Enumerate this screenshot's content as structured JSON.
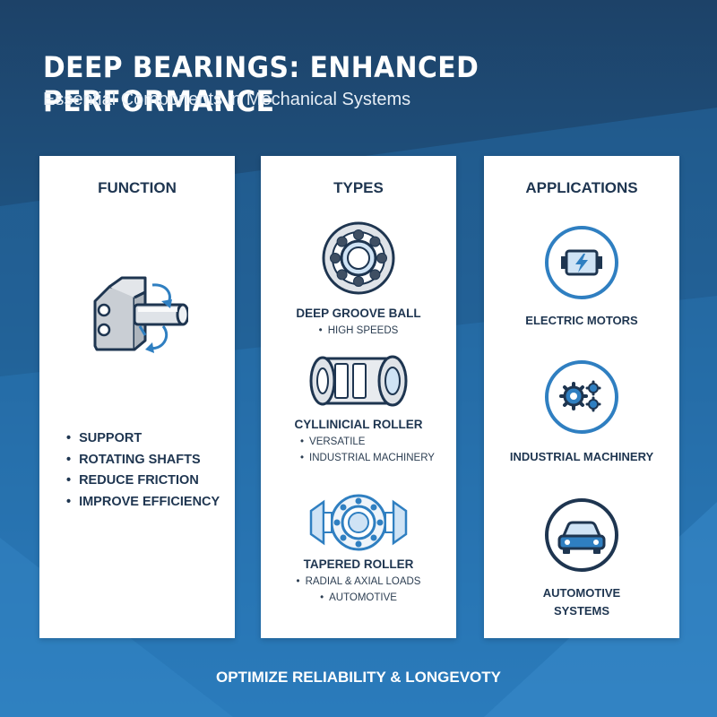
{
  "header": {
    "title": "DEEP BEARINGS: ENHANCED PERFORMANCE",
    "subtitle": "Essential Components in Mechanical Systems"
  },
  "colors": {
    "navy": "#1e3550",
    "accent_blue": "#2f7fc1",
    "light_blue": "#cfe3f5",
    "background": "#1f4d78"
  },
  "function": {
    "title": "FUNCTION",
    "icon": "bearing-rotation-icon",
    "bullets": [
      "SUPPORT",
      "ROTATING SHAFTS",
      "REDUCE FRICTION",
      "IMPROVE EFFICIENCY"
    ]
  },
  "types": {
    "title": "TYPES",
    "items": [
      {
        "name": "DEEP GROOVE BALL",
        "icon": "ball-bearing-icon",
        "bullets": [
          "HIGH SPEEDS"
        ]
      },
      {
        "name": "CYLLINICIAL ROLLER",
        "icon": "cylindrical-roller-icon",
        "bullets": [
          "VERSATILE",
          "INDUSTRIAL MACHINERY"
        ]
      },
      {
        "name": "TAPERED ROLLER",
        "icon": "tapered-roller-icon",
        "bullets": [
          "RADIAL & AXIAL LOADS",
          "AUTOMOTIVE"
        ]
      }
    ]
  },
  "applications": {
    "title": "APPLICATIONS",
    "items": [
      {
        "name": "ELECTRIC MOTORS",
        "icon": "electric-motor-icon"
      },
      {
        "name": "INDUSTRIAL MACHINERY",
        "icon": "gears-icon"
      },
      {
        "name": "AUTOMOTIVE SYSTEMS",
        "icon": "car-icon"
      }
    ]
  },
  "footer": {
    "text": "OPTIMIZE RELIABILITY & LONGEVOTY"
  }
}
